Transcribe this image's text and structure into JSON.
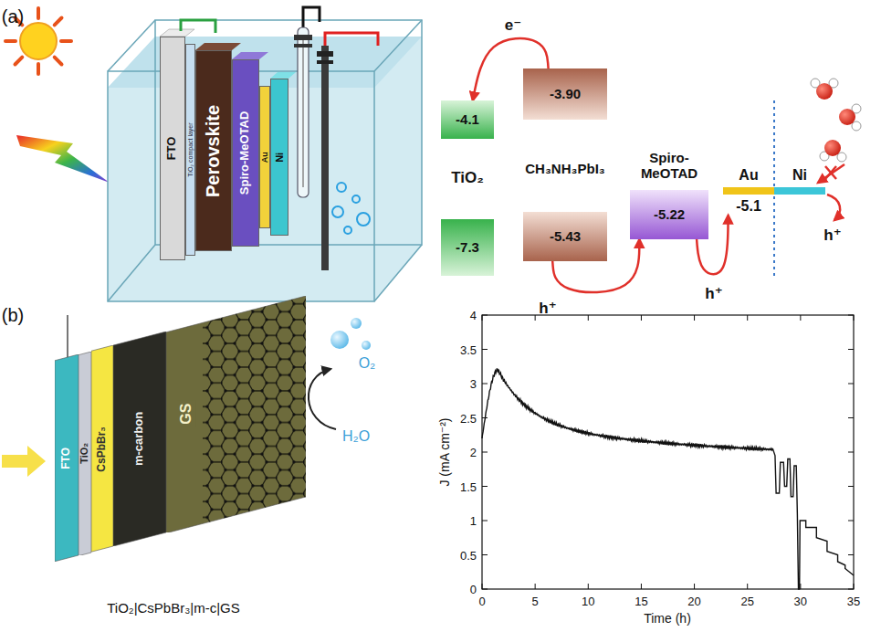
{
  "diagram": {
    "nodes": [
      {
        "text": [
          "FTO"
        ]
      },
      {
        "text": [
          "TiO₂ compact layer"
        ]
      },
      {
        "text": [
          "Perovskite"
        ]
      },
      {
        "text": [
          "Spiro-MeOTAD"
        ]
      },
      {
        "text": [
          "Ni"
        ]
      },
      {
        "text": [
          "Au"
        ]
      },
      {
        "text": [
          "-4.1"
        ]
      },
      {
        "text": [
          "-3.90"
        ]
      },
      {
        "text": [
          "-7.3"
        ]
      },
      {
        "text": [
          "-5.43"
        ]
      },
      {
        "text": [
          "-5.22"
        ]
      },
      {
        "text": [
          "Au",
          "-5.1"
        ]
      },
      {
        "text": [
          "Ni"
        ]
      },
      {
        "text": [
          "FTO"
        ]
      },
      {
        "text": [
          "TiO₂"
        ]
      },
      {
        "text": [
          "CsPbBr₃"
        ]
      },
      {
        "text": [
          "m-carbon"
        ]
      },
      {
        "text": [
          "GS"
        ]
      }
    ],
    "edges": [
      {
        "from": 7,
        "to": 6,
        "arrow": "to",
        "label": "e⁻"
      },
      {
        "from": 9,
        "to": 10,
        "arrow": "to",
        "label": "h⁺"
      },
      {
        "from": 10,
        "to": 11,
        "arrow": "to",
        "label": "h⁺"
      }
    ],
    "labels": [
      "(a)",
      "TiO₂",
      "CH₃NH₃PbI₃",
      "Spiro-MeOTAD",
      "h⁺",
      "(b)",
      "O₂",
      "H₂O",
      "TiO₂|CsPbBr₃|m-c|GS",
      "0",
      "0.5",
      "1",
      "1.5",
      "2",
      "2.5",
      "3",
      "3.5",
      "4",
      "0",
      "5",
      "10",
      "15",
      "20",
      "25",
      "30",
      "35",
      "J (mA cm⁻²)",
      "Time (h)"
    ]
  }
}
